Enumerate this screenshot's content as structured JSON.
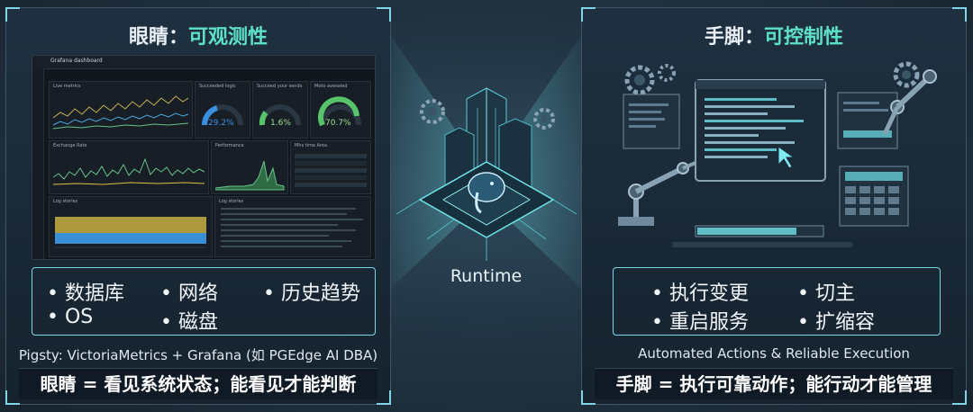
{
  "left": {
    "title_main": "眼睛：",
    "title_accent": "可观测性",
    "dashboard": {
      "title": "Grafana dashboard",
      "panels": [
        "Live metrics",
        "Succeeded logic",
        "Succeed your sends",
        "Moto avesaled",
        "Exchange Rate",
        "Performance",
        "Mhs time Area",
        "Log stories",
        "Log stories"
      ],
      "gauges": [
        "29.2%",
        "1.6%",
        "70.7%"
      ]
    },
    "bullets": [
      "• 数据库",
      "• 网络",
      "• 历史趋势",
      "• OS",
      "• 磁盘"
    ],
    "caption": "Pigsty: VictoriaMetrics + Grafana (如 PGEdge AI DBA)",
    "bottom": "眼睛 = 看见系统状态；能看见才能判断"
  },
  "center": {
    "label": "Runtime"
  },
  "right": {
    "title_main": "手脚：",
    "title_accent": "可控制性",
    "bullets": [
      "• 执行变更",
      "• 切主",
      "• 重启服务",
      "• 扩缩容"
    ],
    "caption": "Automated Actions & Reliable Execution",
    "bottom": "手脚 = 执行可靠动作；能行动才能管理"
  },
  "colors": {
    "accent": "#5ee0c8",
    "frame": "#7fd6e6",
    "gauge_blue": "#3b8fe0",
    "gauge_green": "#58c46a",
    "chart_yellow": "#d9c24a"
  },
  "icons": [
    "gear-icon",
    "postgres-elephant-icon",
    "robot-arm-icon",
    "cursor-icon",
    "keypad-icon"
  ]
}
